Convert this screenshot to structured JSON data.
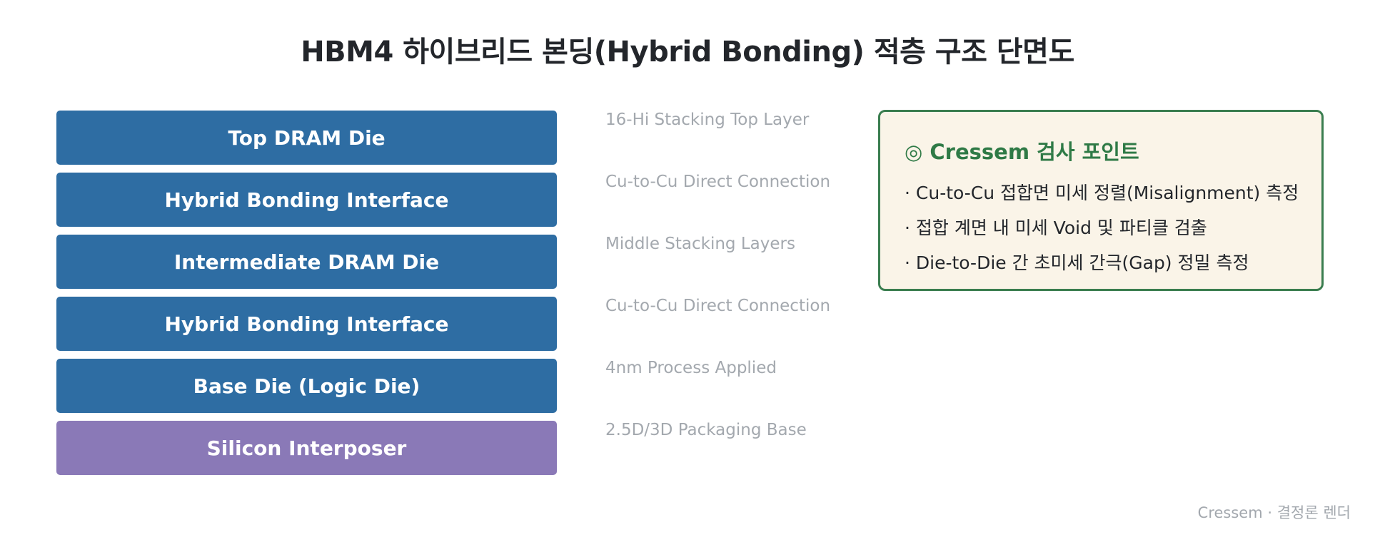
{
  "title": "HBM4 하이브리드 본딩(Hybrid Bonding) 적층 구조 단면도",
  "layers": [
    {
      "label": "Top DRAM Die",
      "note": "16-Hi Stacking Top Layer",
      "color": "#2e6da3"
    },
    {
      "label": "Hybrid Bonding Interface",
      "note": "Cu-to-Cu Direct Connection",
      "color": "#2e6da3"
    },
    {
      "label": "Intermediate DRAM Die",
      "note": "Middle Stacking Layers",
      "color": "#2e6da3"
    },
    {
      "label": "Hybrid Bonding Interface",
      "note": "Cu-to-Cu Direct Connection",
      "color": "#2e6da3"
    },
    {
      "label": "Base Die (Logic Die)",
      "note": "4nm Process Applied",
      "color": "#2e6da3"
    },
    {
      "label": "Silicon Interposer",
      "note": "2.5D/3D Packaging Base",
      "color": "#8a79b7"
    }
  ],
  "panel": {
    "title": "◎ Cressem 검사 포인트",
    "items": [
      "· Cu-to-Cu 접합면 미세 정렬(Misalignment) 측정",
      "· 접합 계면 내 미세 Void 및 파티클 검출",
      "· Die-to-Die 간 초미세 간극(Gap) 정밀 측정"
    ],
    "border_color": "#3a7d4f",
    "background": "#faf4e8"
  },
  "footer": "Cressem · 결정론 렌더"
}
